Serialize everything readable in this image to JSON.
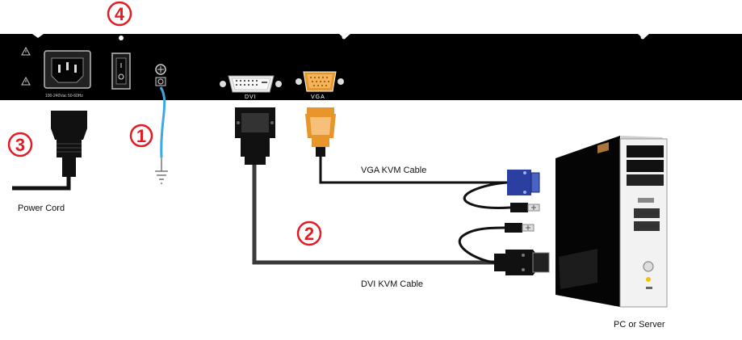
{
  "labels": {
    "power_cord": "Power Cord",
    "vga_cable": "VGA KVM Cable",
    "dvi_cable": "DVI KVM Cable",
    "pc_server": "PC or Server",
    "dvi_port": "DVI",
    "vga_port": "VGA",
    "power_rating": "100-240Vac  50-60Hz"
  },
  "callouts": {
    "ground": "1",
    "kvm_cable": "2",
    "power_cord": "3",
    "power_switch": "4"
  },
  "colors": {
    "callout_red": "#e31b23",
    "ground_wire": "#3ea8e0",
    "vga_connector": "#e8952c",
    "vga_plug_blue": "#2a3fa0",
    "panel": "#000000"
  }
}
